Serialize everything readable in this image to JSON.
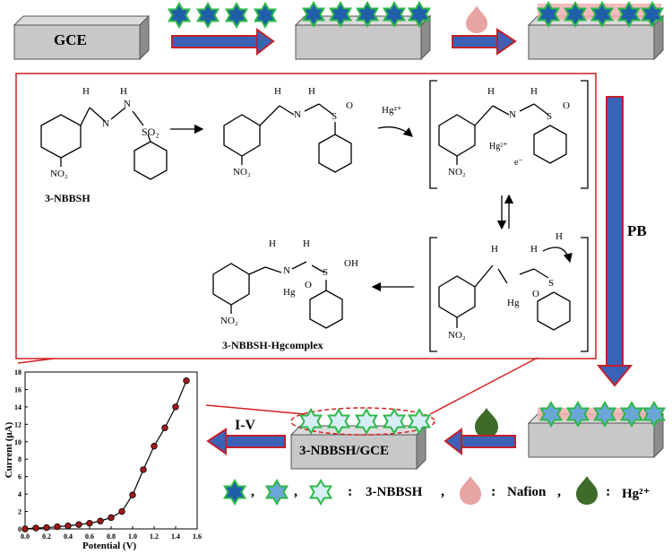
{
  "electrode": {
    "gce_label": "GCE",
    "modified_label": "3-NBBSH/GCE"
  },
  "flow": {
    "pb_label": "PB",
    "iv_label": "I-V"
  },
  "scheme": {
    "ligand_name": "3-NBBSH",
    "complex_name": "3-NBBSH-Hgcomplex",
    "hg_reagent": "Hg²⁺",
    "no2": "NO₂",
    "so2": "SO₂",
    "h": "H",
    "n": "N",
    "s": "S",
    "o": "O",
    "oh": "OH",
    "hg": "Hg",
    "hg_ion": "Hg²⁺",
    "e_minus": "e⁻"
  },
  "legend": {
    "colon": ":",
    "ligand": "3-NBBSH",
    "comma": ",",
    "nafion": "Nafion",
    "hg": "Hg²⁺",
    "star_colors": [
      "#1f5fa8",
      "#6aa7d8",
      "#d7eef6"
    ],
    "nafion_color": "#e8a3a3",
    "hg_color": "#3f6b2a"
  },
  "chart_data": {
    "type": "line",
    "xlabel": "Potential (V)",
    "ylabel": "Current (μA)",
    "xlim": [
      0.0,
      1.6
    ],
    "ylim": [
      0,
      18
    ],
    "xticks": [
      "0.0",
      "0.2",
      "0.4",
      "0.6",
      "0.8",
      "1.0",
      "1.2",
      "1.4",
      "1.6"
    ],
    "yticks": [
      "0",
      "2",
      "4",
      "6",
      "8",
      "10",
      "12",
      "14",
      "16",
      "18"
    ],
    "x": [
      0.0,
      0.1,
      0.2,
      0.3,
      0.4,
      0.5,
      0.6,
      0.7,
      0.8,
      0.9,
      1.0,
      1.1,
      1.2,
      1.3,
      1.4,
      1.5
    ],
    "y": [
      0.0,
      0.1,
      0.15,
      0.25,
      0.35,
      0.5,
      0.65,
      0.9,
      1.3,
      2.0,
      3.9,
      6.8,
      9.5,
      11.6,
      14.0,
      17.0
    ],
    "marker_color": "#a01818",
    "line_color": "#000000",
    "grid": false
  }
}
